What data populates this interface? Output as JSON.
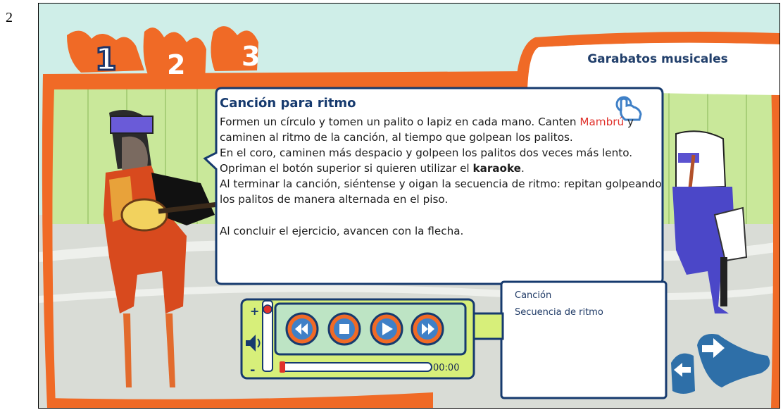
{
  "page_number": "2",
  "steps": [
    "1",
    "2",
    "3"
  ],
  "header": {
    "title": "Garabatos musicales"
  },
  "dialog": {
    "title": "Canción para ritmo",
    "p1_before": "Formen un círculo y tomen un palito o lapiz en cada mano. Canten ",
    "p1_highlight": "Mambrú",
    "p1_after": " y caminen al ritmo de la canción, al tiempo que golpean los palitos.",
    "p2": "En el coro, caminen más despacio y golpeen los palitos dos veces más lento.",
    "p3_before": "Opriman el botón superior si quieren utilizar el ",
    "p3_bold": "karaoke",
    "p3_after": ".",
    "p4": "Al terminar la canción, siéntense y oigan la secuencia de ritmo: repitan golpeando los palitos de manera alternada en el piso.",
    "p5": "Al concluir el ejercicio, avancen con la flecha."
  },
  "player": {
    "volume_plus": "+",
    "volume_minus": "-",
    "time": "00:00",
    "progress": 0,
    "volume_level": 1.0
  },
  "playlist": {
    "items": [
      "Canción",
      "Secuencia de ritmo"
    ]
  },
  "colors": {
    "accent_orange": "#f06a26",
    "sky": "#cfeee8",
    "wall_green": "#c9e89a",
    "player_green": "#d7ef7a",
    "button_blue": "#3f80c7",
    "title_navy": "#163a6e",
    "highlight_red": "#e0312b"
  },
  "icons": [
    "touch-hand-icon",
    "rewind-icon",
    "stop-icon",
    "play-icon",
    "fast-forward-icon",
    "speaker-icon",
    "arrow-back-icon",
    "arrow-forward-icon"
  ]
}
